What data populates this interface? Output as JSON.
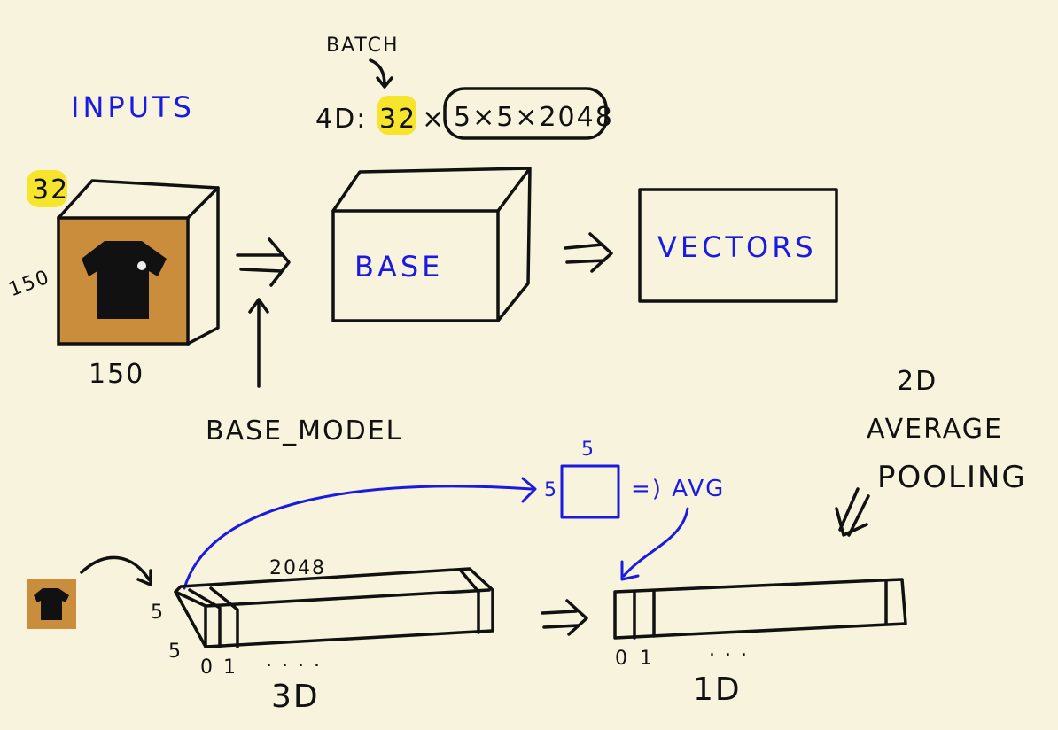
{
  "labels": {
    "inputs": "INPUTS",
    "batch": "BATCH",
    "dims_prefix": "4D:",
    "batch_size": "32",
    "times": "×",
    "feature_shape": "5×5×2048",
    "input_batch": "32",
    "input_height": "150",
    "input_width": "150",
    "base": "BASE",
    "vectors": "VECTORS",
    "base_model": "BASE_MODEL",
    "pooling_title_1": "2D",
    "pooling_title_2": "AVERAGE",
    "pooling_title_3": "POOLING",
    "patch_top": "5",
    "patch_left": "5",
    "avg": "=) AVG",
    "depth": "2048",
    "bar_side": "5",
    "bar_bottom": "5",
    "idx0": "0",
    "idx1": "1",
    "dots": ". . . .",
    "label_3d": "3D",
    "idx0_b": "0",
    "idx1_b": "1",
    "dots_b": ". . .",
    "label_1d": "1D"
  },
  "colors": {
    "background": "#f7f3dc",
    "ink": "#111111",
    "annotation": "#1a1ae0",
    "highlight": "#f5e21a"
  }
}
